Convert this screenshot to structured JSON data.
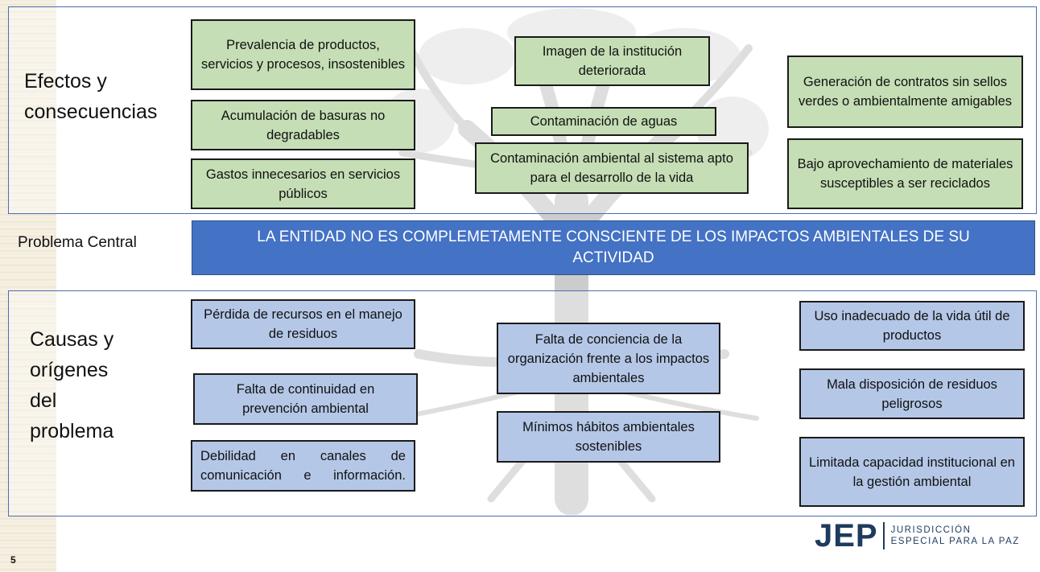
{
  "sections": {
    "effects_label": "Efectos y consecuencias",
    "central_label": "Problema Central",
    "causes_label": "Causas y orígenes del problema"
  },
  "central_problem": "LA ENTIDAD NO ES COMPLEMETAMENTE CONSCIENTE DE LOS IMPACTOS AMBIENTALES DE SU ACTIVIDAD",
  "effects": [
    "Prevalencia de productos, servicios y procesos, insostenibles",
    "Acumulación de basuras no degradables",
    "Gastos innecesarios en servicios públicos",
    "Imagen de la institución deteriorada",
    "Contaminación de aguas",
    "Contaminación ambiental al sistema apto para el desarrollo de la vida",
    "Generación de contratos sin sellos verdes o ambientalmente amigables",
    "Bajo aprovechamiento de materiales susceptibles a ser reciclados"
  ],
  "causes": [
    "Pérdida de recursos  en el manejo de residuos",
    "Falta de continuidad en prevención ambiental",
    "Debilidad en canales de comunicación e información.",
    "Falta de conciencia de la organización frente a los impactos ambientales",
    "Mínimos hábitos ambientales sostenibles",
    "Uso inadecuado de la vida útil de productos",
    "Mala disposición de residuos peligrosos",
    "Limitada capacidad institucional en la gestión ambiental"
  ],
  "colors": {
    "effect_fill": "#c5deb5",
    "cause_fill": "#b4c7e7",
    "central_fill": "#4472c4",
    "panel_border": "#4a6db0",
    "logo": "#1f3a5f"
  },
  "footer": {
    "page_number": "5",
    "logo_mark": "JEP",
    "logo_line1": "JURISDICCIÓN",
    "logo_line2": "ESPECIAL PARA LA PAZ"
  }
}
